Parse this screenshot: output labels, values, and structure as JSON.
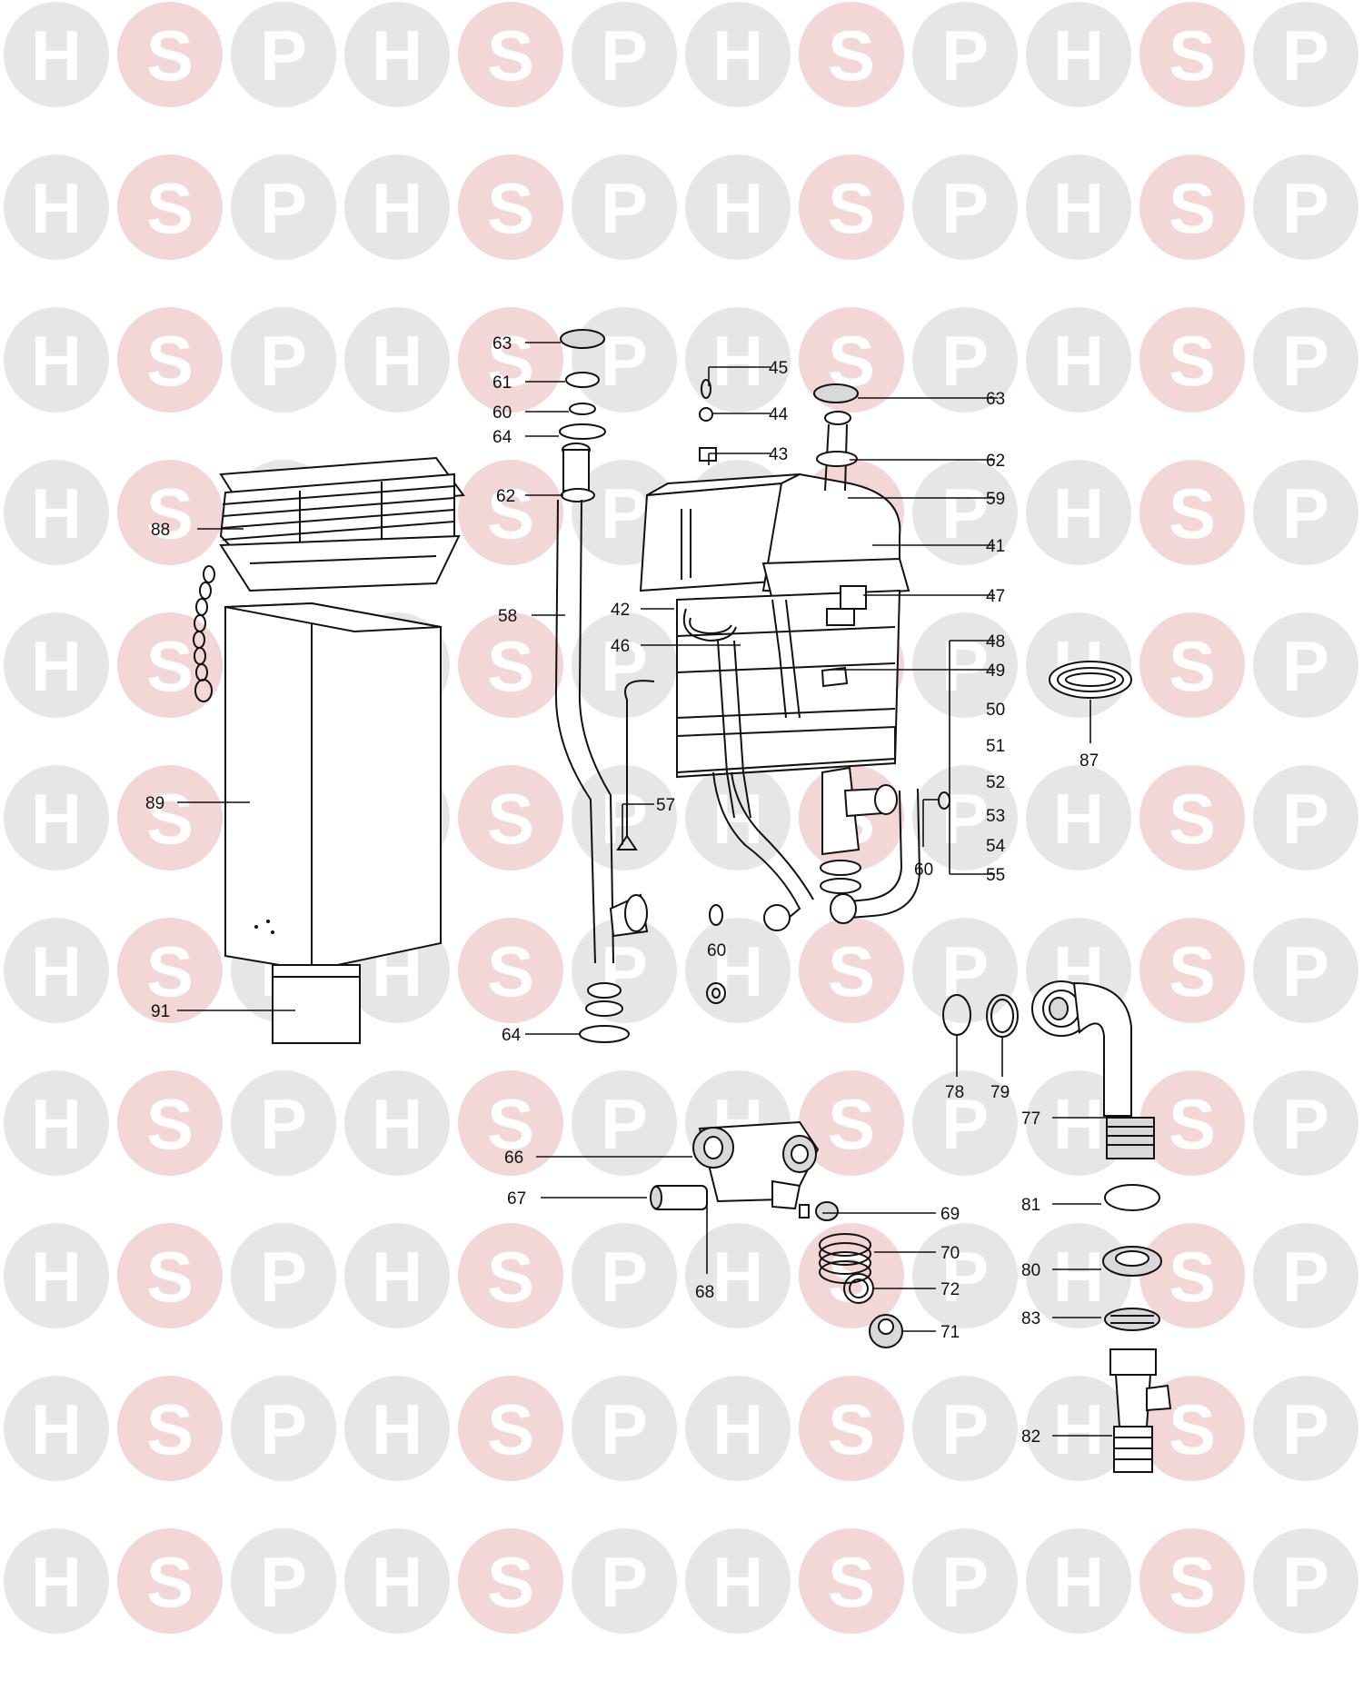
{
  "watermark": {
    "letters": [
      "H",
      "S",
      "P"
    ],
    "colors": {
      "H": "#e6e6e6",
      "S": "#f3d6d6",
      "P": "#e6e6e6",
      "text": "#ffffff"
    }
  },
  "parts": {
    "p41": "41",
    "p42": "42",
    "p43": "43",
    "p44": "44",
    "p45": "45",
    "p46": "46",
    "p47": "47",
    "p48": "48",
    "p49": "49",
    "p50": "50",
    "p51": "51",
    "p52": "52",
    "p53": "53",
    "p54": "54",
    "p55": "55",
    "p57": "57",
    "p58": "58",
    "p59": "59",
    "p60a": "60",
    "p60b": "60",
    "p60c": "60",
    "p61": "61",
    "p62a": "62",
    "p62b": "62",
    "p63a": "63",
    "p63b": "63",
    "p64a": "64",
    "p64b": "64",
    "p66": "66",
    "p67": "67",
    "p68": "68",
    "p69": "69",
    "p70": "70",
    "p71": "71",
    "p72": "72",
    "p77": "77",
    "p78": "78",
    "p79": "79",
    "p80": "80",
    "p81": "81",
    "p82": "82",
    "p83": "83",
    "p87": "87",
    "p88": "88",
    "p89": "89",
    "p91": "91"
  }
}
